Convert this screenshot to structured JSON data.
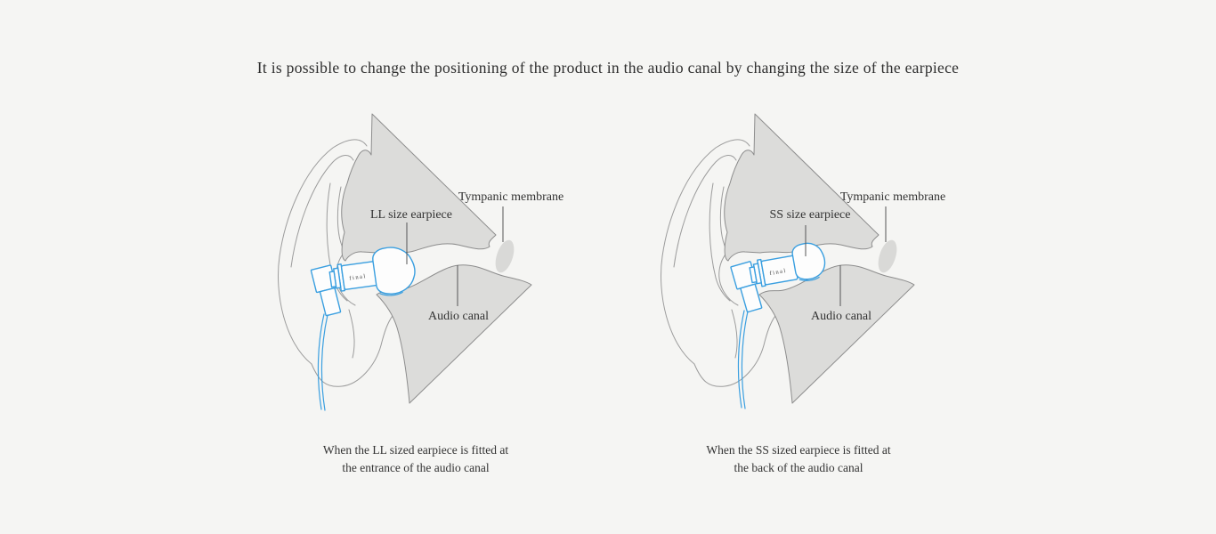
{
  "page": {
    "title": "It is possible to change the positioning of the product in the audio canal by changing the size of the earpiece",
    "background_color": "#f5f5f3",
    "accent_blue": "#3a9fe0",
    "shape_gray": "#dcdcda",
    "text_color": "#333333",
    "brand_text": "final"
  },
  "diagrams": [
    {
      "id": "ll",
      "labels": {
        "earpiece": "LL size earpiece",
        "membrane": "Tympanic membrane",
        "canal": "Audio canal"
      },
      "caption_line1": "When the LL sized earpiece is fitted at",
      "caption_line2": "the entrance of the audio canal"
    },
    {
      "id": "ss",
      "labels": {
        "earpiece": "SS size earpiece",
        "membrane": "Tympanic membrane",
        "canal": "Audio canal"
      },
      "caption_line1": "When the SS sized earpiece is fitted at",
      "caption_line2": "the back of the audio canal"
    }
  ]
}
